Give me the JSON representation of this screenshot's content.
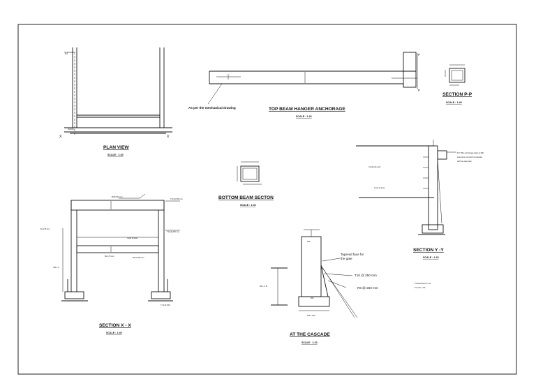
{
  "sheet": {
    "plan_view": {
      "title": "PLAN  VIEW",
      "scale": "SCALE : 1:40",
      "cut_x": "X",
      "cut_y": "Y"
    },
    "top_beam": {
      "title": "TOP BEAM HANGER ANCHORAGE",
      "scale": "SCALE : 1:20",
      "note": "As per the mechanical drawing",
      "cut_p": "P"
    },
    "section_pp": {
      "title": "SECTION  P-P",
      "scale": "SCALE : 1:40"
    },
    "bottom_beam": {
      "title": "BOTTOM BEAM SECTON",
      "scale": "SCALE : 1:40"
    },
    "section_xx": {
      "title": "SECTION  X - X",
      "scale": "SCALE : 1:40"
    },
    "section_yy": {
      "title": "SECTION  Y -Y",
      "scale": "SCALE : 1:20"
    },
    "cascade": {
      "title": "AT THE CASCADE",
      "scale": "SCALE : 1:20",
      "tapered_note": "Tapered face for the gate",
      "rebar_t10": "T10 @ 250 mm",
      "rebar_r6": "R6 @ 250 mm"
    }
  }
}
